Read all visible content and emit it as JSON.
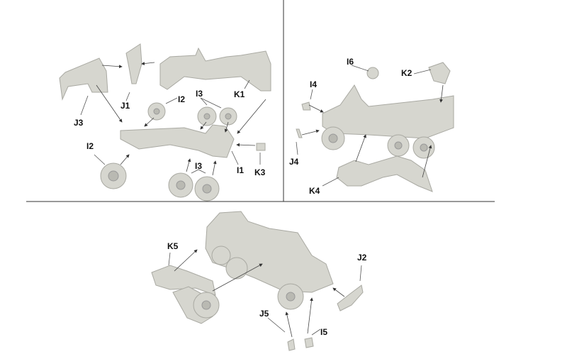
{
  "panel1": {
    "labels": [
      "J3",
      "J1",
      "I2",
      "I3",
      "K1",
      "I2",
      "I1",
      "K3",
      "I3"
    ]
  },
  "panel2": {
    "labels": [
      "I6",
      "K2",
      "I4",
      "J4",
      "K4"
    ]
  },
  "panel3": {
    "labels": [
      "K5",
      "J2",
      "J5",
      "I5"
    ]
  }
}
